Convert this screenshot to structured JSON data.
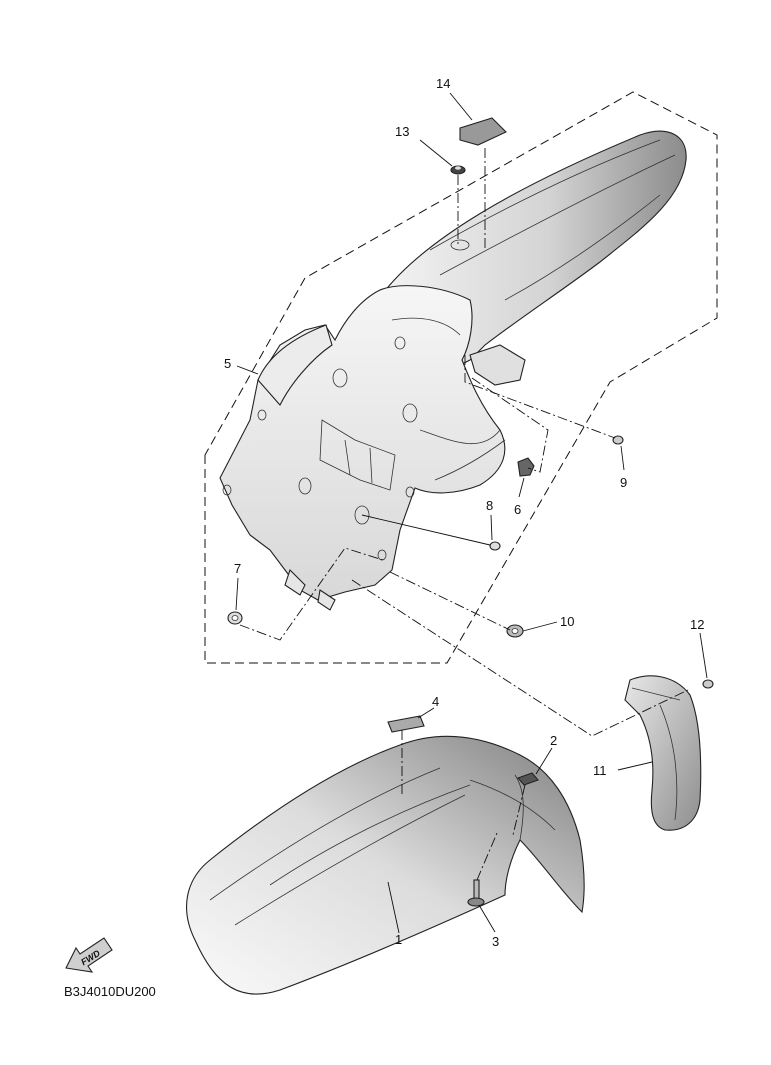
{
  "callouts": [
    {
      "id": "1",
      "text": "1"
    },
    {
      "id": "2",
      "text": "2"
    },
    {
      "id": "3",
      "text": "3"
    },
    {
      "id": "4",
      "text": "4"
    },
    {
      "id": "5",
      "text": "5"
    },
    {
      "id": "6",
      "text": "6"
    },
    {
      "id": "7",
      "text": "7"
    },
    {
      "id": "8",
      "text": "8"
    },
    {
      "id": "9",
      "text": "9"
    },
    {
      "id": "10",
      "text": "10"
    },
    {
      "id": "11",
      "text": "11"
    },
    {
      "id": "12",
      "text": "12"
    },
    {
      "id": "13",
      "text": "13"
    },
    {
      "id": "14",
      "text": "14"
    }
  ],
  "diagram_code": "B3J4010DU200",
  "fwd_label": "FWD",
  "colors": {
    "line": "#111111",
    "part_light": "#f2f2f2",
    "part_mid": "#c8c8c8",
    "part_dark": "#8a8a8a"
  }
}
